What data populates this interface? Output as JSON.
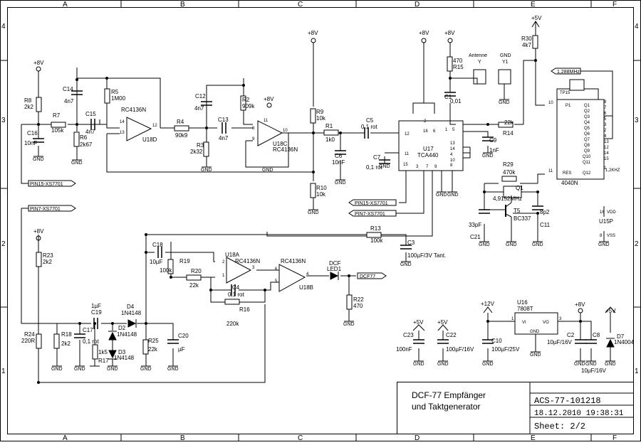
{
  "title_block": {
    "title_line1": "DCF-77 Empfänger",
    "title_line2": "und Taktgenerator",
    "doc_number": "ACS-77-101218",
    "date": "18.12.2010 19:38:31",
    "sheet": "Sheet: 2/2"
  },
  "grid": {
    "columns": [
      "A",
      "B",
      "C",
      "D",
      "E",
      "F"
    ],
    "rows": [
      "4",
      "3",
      "2",
      "1"
    ]
  },
  "components": [
    {
      "id": "r8",
      "ref": "R8",
      "value": "2k2"
    },
    {
      "id": "r7",
      "ref": "R7",
      "value": "105k"
    },
    {
      "id": "r6",
      "ref": "R6",
      "value": "2k67"
    },
    {
      "id": "r5",
      "ref": "R5",
      "value": "1M00"
    },
    {
      "id": "c14",
      "ref": "C14",
      "value": "4n7"
    },
    {
      "id": "c15",
      "ref": "C15",
      "value": "4n7"
    },
    {
      "id": "c16",
      "ref": "C16",
      "value": "10nF"
    },
    {
      "id": "u18d",
      "ref": "U18D",
      "value": "RC4136N"
    },
    {
      "id": "r4",
      "ref": "R4",
      "value": "90k9"
    },
    {
      "id": "r3",
      "ref": "R3",
      "value": "2k32"
    },
    {
      "id": "c12",
      "ref": "C12",
      "value": "4n7"
    },
    {
      "id": "c13",
      "ref": "C13",
      "value": "4n7"
    },
    {
      "id": "r2",
      "ref": "R2",
      "value": "909k"
    },
    {
      "id": "u18c",
      "ref": "U18C",
      "value": "RC4136N"
    },
    {
      "id": "r9",
      "ref": "R9",
      "value": "10k"
    },
    {
      "id": "r10",
      "ref": "R10",
      "value": "10k"
    },
    {
      "id": "r1",
      "ref": "R1",
      "value": "1k0"
    },
    {
      "id": "c5",
      "ref": "C5",
      "value": "0,1 rot"
    },
    {
      "id": "c6",
      "ref": "C6",
      "value": "10nF"
    },
    {
      "id": "c7",
      "ref": "C7",
      "value": "0,1 rot"
    },
    {
      "id": "u17",
      "ref": "U17",
      "value": "TCA440"
    },
    {
      "id": "r15",
      "ref": "R15",
      "value": "470"
    },
    {
      "id": "c1",
      "ref": "C1",
      "value": "0,01"
    },
    {
      "id": "c9",
      "ref": "C9",
      "value": "1nF"
    },
    {
      "id": "r14",
      "ref": "R14",
      "value": "22k"
    },
    {
      "id": "r30",
      "ref": "R30",
      "value": "4k7"
    },
    {
      "id": "r29",
      "ref": "R29",
      "value": "470k"
    },
    {
      "id": "q1",
      "ref": "Q1",
      "value": "4,9152MHz"
    },
    {
      "id": "t5",
      "ref": "T5",
      "value": "BC337"
    },
    {
      "id": "c21",
      "ref": "C21",
      "value": "33pF"
    },
    {
      "id": "c11",
      "ref": "C11",
      "value": "8p2"
    },
    {
      "id": "u15",
      "ref": "U15",
      "value": "4040N"
    },
    {
      "id": "u15p",
      "ref": "U15P",
      "value": ""
    },
    {
      "id": "r23",
      "ref": "R23",
      "value": "2k2"
    },
    {
      "id": "c18",
      "ref": "C18",
      "value": "10µF"
    },
    {
      "id": "r19",
      "ref": "R19",
      "value": "100k"
    },
    {
      "id": "r20",
      "ref": "R20",
      "value": "22k"
    },
    {
      "id": "u18a",
      "ref": "U18A",
      "value": "RC4136N"
    },
    {
      "id": "u18b",
      "ref": "U18B",
      "value": "RC4136N"
    },
    {
      "id": "c4",
      "ref": "C4",
      "value": "0,1 rot"
    },
    {
      "id": "r16",
      "ref": "R16",
      "value": "220k"
    },
    {
      "id": "r13",
      "ref": "R13",
      "value": "100k"
    },
    {
      "id": "c3",
      "ref": "C3",
      "value": "100µF/3V Tant."
    },
    {
      "id": "led1",
      "ref": "LED1",
      "value": "DCF"
    },
    {
      "id": "r22",
      "ref": "R22",
      "value": "470"
    },
    {
      "id": "r24",
      "ref": "R24",
      "value": "220R"
    },
    {
      "id": "r18",
      "ref": "R18",
      "value": "2k2"
    },
    {
      "id": "c17",
      "ref": "C17",
      "value": "0,1 rot"
    },
    {
      "id": "c19",
      "ref": "C19",
      "value": "1µF"
    },
    {
      "id": "d4",
      "ref": "D4",
      "value": "1N4148"
    },
    {
      "id": "d2",
      "ref": "D2",
      "value": "1N4148"
    },
    {
      "id": "d3",
      "ref": "D3",
      "value": "1N4148"
    },
    {
      "id": "r17",
      "ref": "R17",
      "value": "1k5"
    },
    {
      "id": "r25",
      "ref": "R25",
      "value": "22k"
    },
    {
      "id": "c20",
      "ref": "C20",
      "value": "µF"
    },
    {
      "id": "c23",
      "ref": "C23",
      "value": "100nF"
    },
    {
      "id": "c22",
      "ref": "C22",
      "value": "100µF/16V"
    },
    {
      "id": "c10",
      "ref": "C10",
      "value": "100µF/25V"
    },
    {
      "id": "u16",
      "ref": "U16",
      "value": "7808T"
    },
    {
      "id": "c2",
      "ref": "C2",
      "value": "10µF/16V"
    },
    {
      "id": "c8",
      "ref": "C8",
      "value": "10µF/16V"
    },
    {
      "id": "d7",
      "ref": "D7",
      "value": "1N4004"
    }
  ],
  "supplies": {
    "p8v": "+8V",
    "p5v": "+5V",
    "p12v": "+12V",
    "gnd": "GND"
  },
  "net_labels": {
    "pin15": "PIN15-XS7701",
    "pin7": "PIN7-XS7701",
    "dcf77": "DCF77",
    "clk": "1,288MHz",
    "antenne": "Antenne",
    "gnd_conn": "GND",
    "y": "Y",
    "y1": "Y1"
  },
  "pins": {
    "u18d_p14": "14",
    "u18d_p13": "13",
    "u18d_p12": "12",
    "u18c_p8": "8",
    "u18c_p9": "9",
    "u18c_p10": "10",
    "u18c_p11": "11",
    "u18a_p2": "2",
    "u18a_p1": "1",
    "u18a_p3": "3",
    "u18b_p6": "6",
    "u18b_p5": "5",
    "u18b_p4": "4",
    "u17_12": "12",
    "u17_16": "16",
    "u17_6": "6",
    "u17_1": "1",
    "u17_5": "5",
    "u17_11": "11",
    "u17_13": "13",
    "u17_14": "14",
    "u17_10": "10",
    "u17_8": "8",
    "u17_15": "15",
    "u17_3": "3",
    "u17_7": "7",
    "u17_9": "9",
    "u17_2": "2",
    "u17_4": "4",
    "u15_10": "10",
    "u15_11": "11",
    "u15_p1": "P1",
    "u15_res": "RES",
    "u15_9": "9",
    "u15_7": "7",
    "u15_6": "6",
    "u15_5": "5",
    "u15_3": "3",
    "u15_2": "2",
    "u15_4": "4",
    "u15_13": "13",
    "u15_12": "12",
    "u15_14": "14",
    "u15_15": "15",
    "u15_1": "1",
    "u15_q1": "Q1",
    "u15_q2": "Q2",
    "u15_q3": "Q3",
    "u15_q4": "Q4",
    "u15_q5": "Q5",
    "u15_q6": "Q6",
    "u15_q7": "Q7",
    "u15_q8": "Q8",
    "u15_q9": "Q9",
    "u15_q10": "Q10",
    "u15_q11": "Q11",
    "u15_q12": "Q12",
    "u15p_16": "16",
    "u15p_8": "8",
    "u15p_vdd": "VDD",
    "u15p_vss": "VSS",
    "u16_1": "1",
    "u16_3": "3",
    "u16_vi": "VI",
    "u16_vo": "VO",
    "u16_gnd": "GND",
    "tp15": "TP15",
    "q12khz": "1,2KHZ"
  }
}
